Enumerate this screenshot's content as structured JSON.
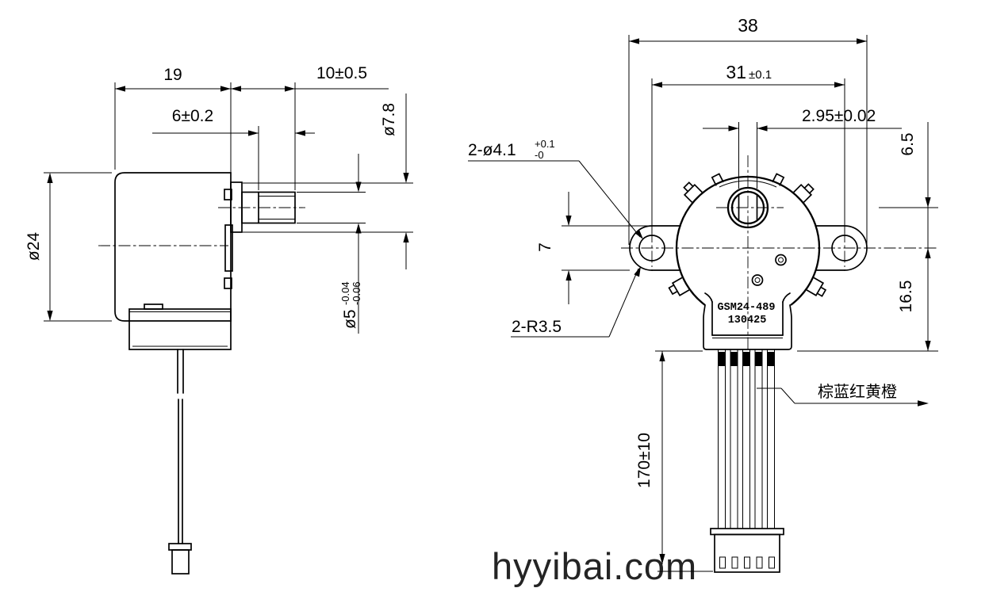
{
  "drawing": {
    "watermark": "hyyibai.com",
    "nameplate": {
      "model": "GSM24-489",
      "date": "130425"
    },
    "side_view": {
      "body_length": "19",
      "shaft_length": "10±0.5",
      "thread_length": "6±0.2",
      "boss_diameter": "ø7.8",
      "body_diameter": "ø24",
      "shaft_diameter": "ø5",
      "shaft_tol_upper": "-0.04",
      "shaft_tol_lower": "-0.06"
    },
    "front_view": {
      "overall_width": "38",
      "hole_spacing": "31",
      "hole_spacing_tol": "±0.1",
      "shaft_flat_width": "2.95±0.02",
      "mount_holes": "2-ø4.1",
      "mount_holes_tol_upper": "+0.1",
      "mount_holes_tol_lower": "-0",
      "ear_radius": "2-R3.5",
      "ear_height": "7",
      "shaft_to_center": "6.5",
      "center_to_bottom": "16.5",
      "lead_length": "170±10",
      "lead_colors": "棕蓝红黄橙"
    }
  }
}
